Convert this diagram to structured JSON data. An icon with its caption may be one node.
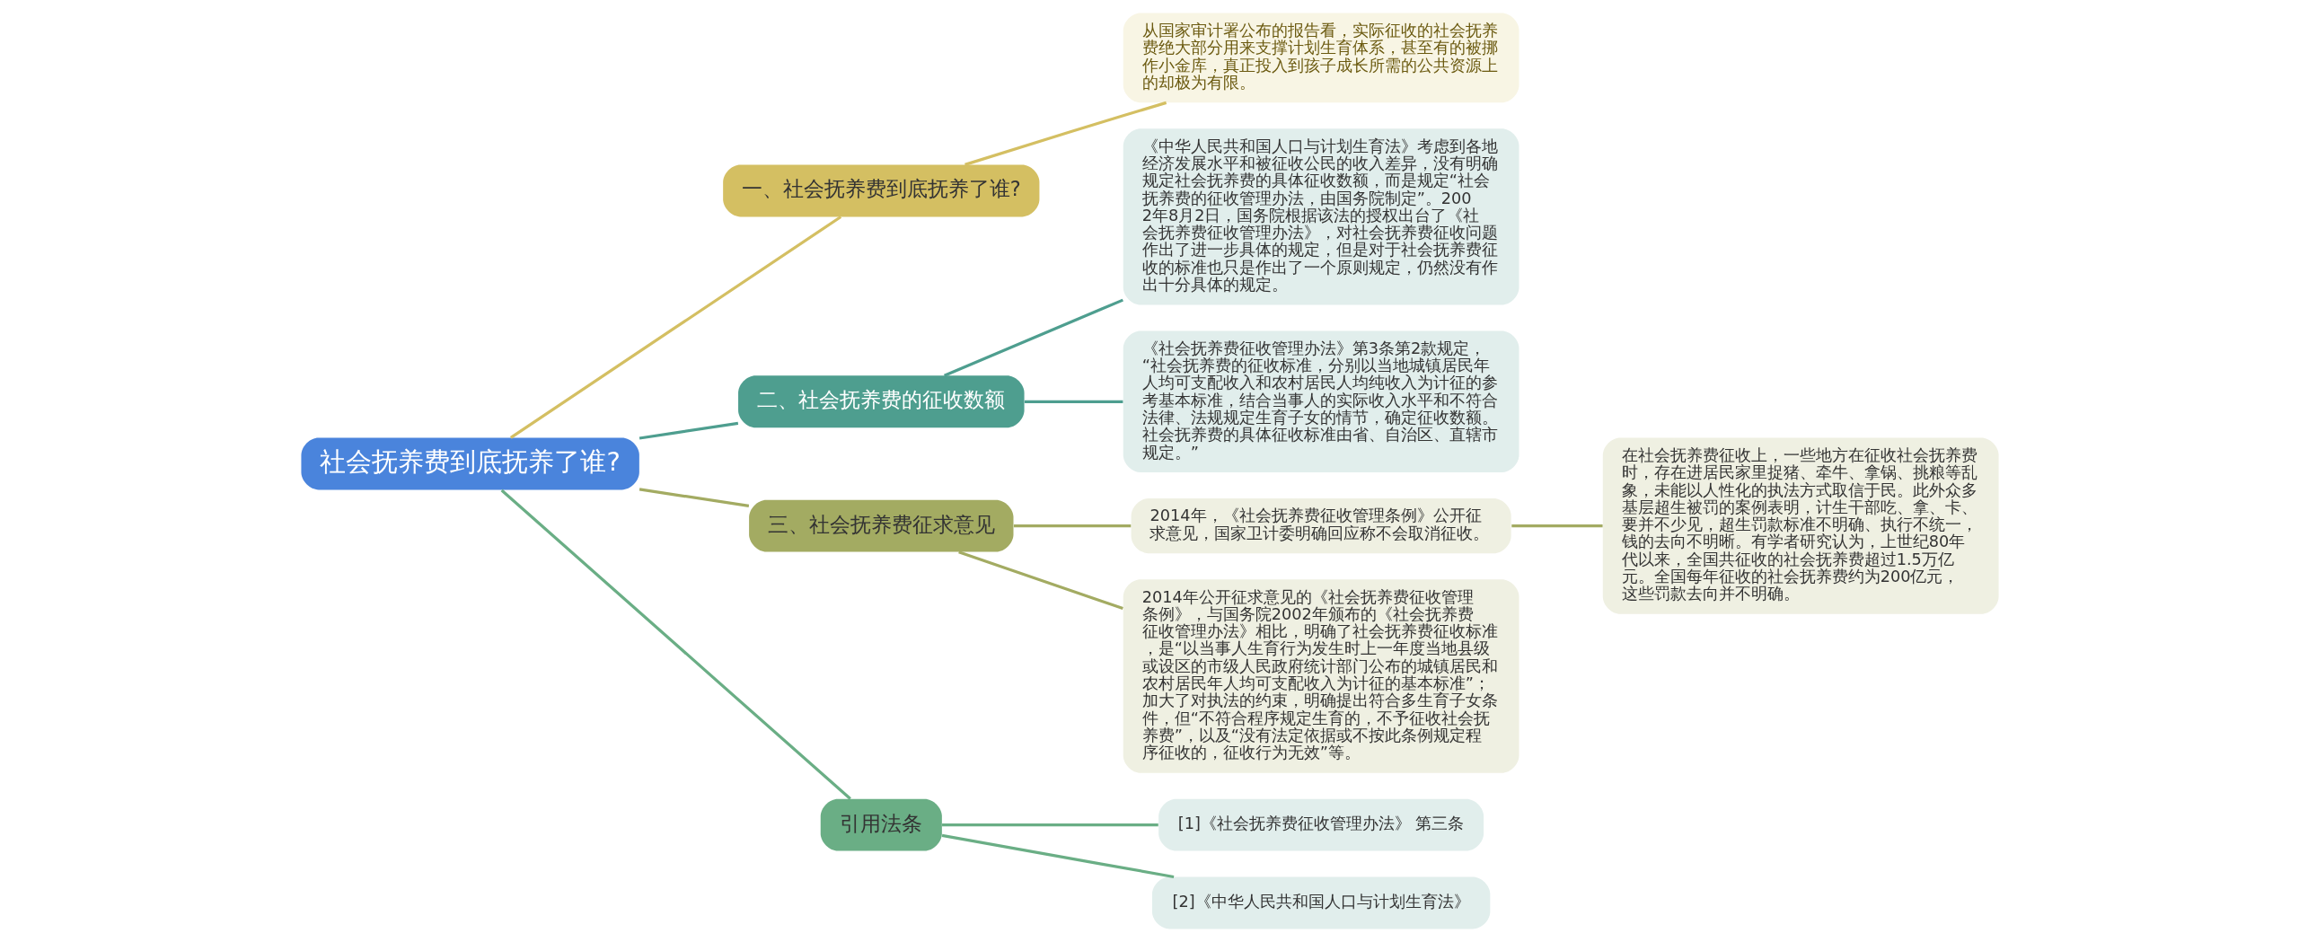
{
  "diagram": {
    "nodes": [
      {
        "text": [
          "社会抚养费到底抚养了谁?"
        ]
      },
      {
        "text": [
          "一、社会抚养费到底抚养了谁?"
        ]
      },
      {
        "text": [
          "从国家审计署公布的报告看，实际征收的社会抚养费绝大部分用来支撑计划生育体系，甚至有的被挪作小金库，真正投入到孩子成长所需的公共资源上的却极为有限。"
        ]
      },
      {
        "text": [
          "二、社会抚养费的征收数额"
        ]
      },
      {
        "text": [
          "《中华人民共和国人口与计划生育法》考虑到各地经济发展水平和被征收公民的收入差异，没有明确规定社会抚养费的具体征收数额，而是规定“社会抚养费的征收管理办法，由国务院制定”。2002年8月2日，国务院根据该法的授权出台了《社会抚养费征收管理办法》，对社会抚养费征收问题作出了进一步具体的规定，但是对于社会抚养费征收的标准也只是作出了一个原则规定，仍然没有作出十分具体的规定。"
        ]
      },
      {
        "text": [
          "《社会抚养费征收管理办法》第3条第2款规定，“社会抚养费的征收标准，分别以当地城镇居民年人均可支配收入和农村居民人均纯收入为计征的参考基本标准，结合当事人的实际收入水平和不符合法律、法规规定生育子女的情节，确定征收数额。社会抚养费的具体征收标准由省、自治区、直辖市规定。”"
        ]
      },
      {
        "text": [
          "三、社会抚养费征求意见"
        ]
      },
      {
        "text": [
          "2014年，《社会抚养费征收管理条例》公开征求意见，国家卫计委明确回应称不会取消征收。"
        ]
      },
      {
        "text": [
          "在社会抚养费征收上，一些地方在征收社会抚养费时，存在进居民家里捉猪、牵牛、拿锅、挑粮等乱象，未能以人性化的执法方式取信于民。此外众多基层超生被罚的案例表明，计生干部吃、拿、卡、要并不少见，超生罚款标准不明确、执行不统一，钱的去向不明晰。有学者研究认为，上世纪80年代以来，全国共征收的社会抚养费超过1.5万亿元。全国每年征收的社会抚养费约为200亿元，这些罚款去向并不明确。"
        ]
      },
      {
        "text": [
          "2014年公开征求意见的《社会抚养费征收管理条例》，与国务院2002年颁布的《社会抚养费征收管理办法》相比，明确了社会抚养费征收标准，是“以当事人生育行为发生时上一年度当地县级或设区的市级人民政府统计部门公布的城镇居民和农村居民年人均可支配收入为计征的基本标准”；加大了对执法的约束，明确提出符合多生育子女条件，但“不符合程序规定生育的，不予征收社会抚养费”，以及“没有法定依据或不按此条例规定程序征收的，征收行为无效”等。"
        ]
      },
      {
        "text": [
          "引用法条"
        ]
      },
      {
        "text": [
          "[1]《社会抚养费征收管理办法》 第三条"
        ]
      },
      {
        "text": [
          "[2]《中华人民共和国人口与计划生育法》"
        ]
      }
    ],
    "edges": [
      {
        "from": 0,
        "to": 1,
        "arrow": "none",
        "color": "#d4bf62"
      },
      {
        "from": 1,
        "to": 2,
        "arrow": "none",
        "color": "#d4bf62"
      },
      {
        "from": 0,
        "to": 3,
        "arrow": "none",
        "color": "#4e9e8f"
      },
      {
        "from": 3,
        "to": 4,
        "arrow": "none",
        "color": "#4e9e8f"
      },
      {
        "from": 3,
        "to": 5,
        "arrow": "none",
        "color": "#4e9e8f"
      },
      {
        "from": 0,
        "to": 6,
        "arrow": "none",
        "color": "#a3ab62"
      },
      {
        "from": 6,
        "to": 7,
        "arrow": "none",
        "color": "#a3ab62"
      },
      {
        "from": 7,
        "to": 8,
        "arrow": "none",
        "color": "#a3ab62"
      },
      {
        "from": 6,
        "to": 9,
        "arrow": "none",
        "color": "#a3ab62"
      },
      {
        "from": 0,
        "to": 10,
        "arrow": "none",
        "color": "#6aae85"
      },
      {
        "from": 10,
        "to": 11,
        "arrow": "none",
        "color": "#6aae85"
      },
      {
        "from": 10,
        "to": 12,
        "arrow": "none",
        "color": "#6aae85"
      }
    ]
  }
}
